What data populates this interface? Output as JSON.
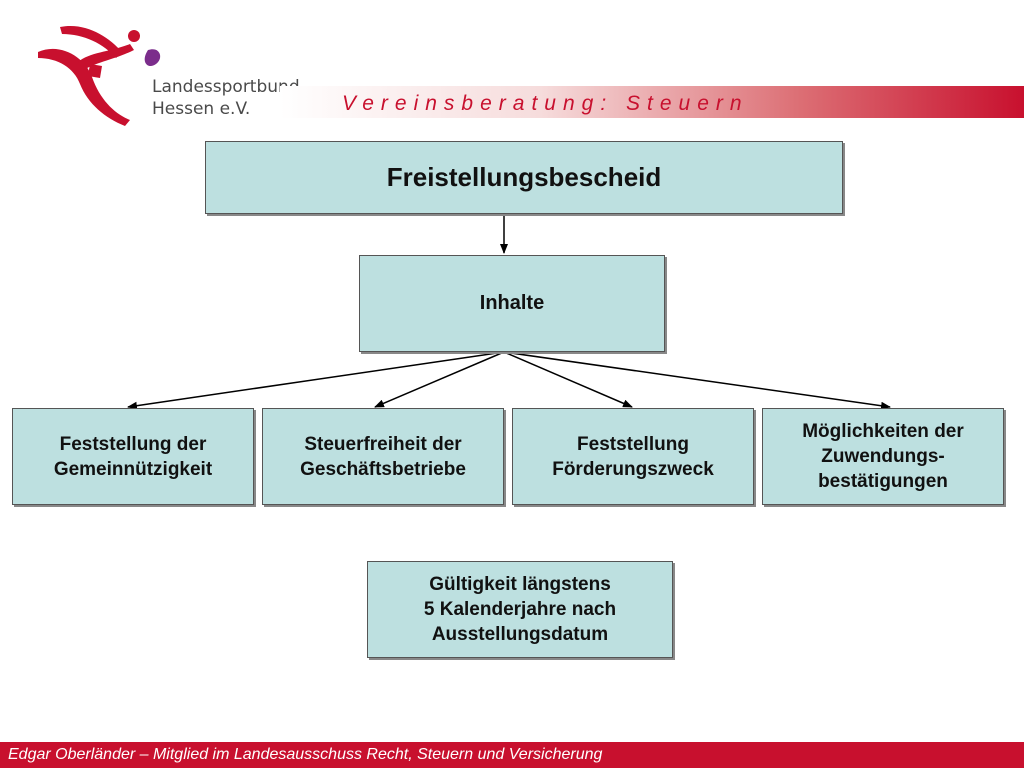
{
  "header": {
    "org_name_line1": "Landessportbund",
    "org_name_line2": "Hessen e.V.",
    "title": "Vereinsberatung: Steuern"
  },
  "diagram": {
    "main": "Freistellungsbescheid",
    "contents": "Inhalte",
    "children": [
      "Feststellung der\nGemeinnützigkeit",
      "Steuerfreiheit der\nGeschäftsbetriebe",
      "Feststellung\nFörderungszweck",
      "Möglichkeiten der\nZuwendungs-\nbestätigungen"
    ],
    "validity": "Gültigkeit längstens\n5 Kalenderjahre nach\nAusstellungsdatum"
  },
  "footer": {
    "text": "Edgar Oberländer – Mitglied im Landesausschuss Recht, Steuern und Versicherung"
  },
  "colors": {
    "brand_red": "#c8102e",
    "box_fill": "#bde0e0",
    "logo_purple": "#7b2d8b"
  }
}
